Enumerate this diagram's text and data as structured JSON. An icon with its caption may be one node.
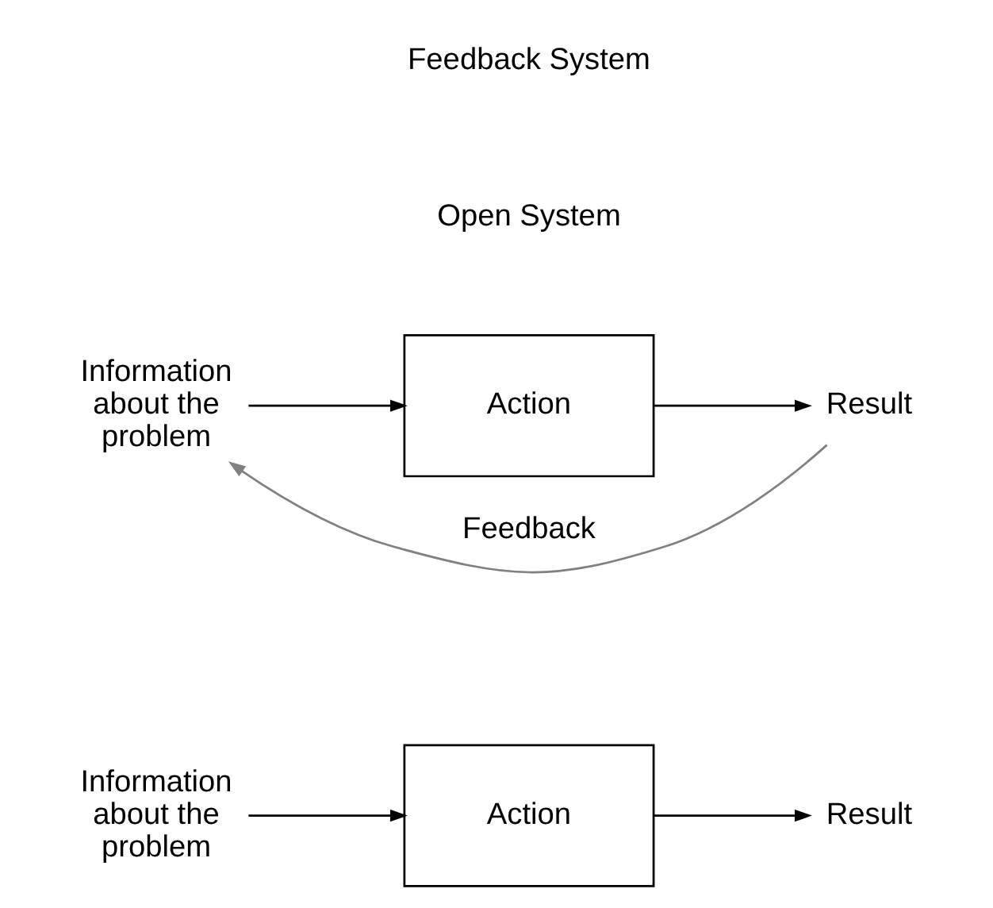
{
  "diagram": {
    "nodes": [
      {
        "text": [
          "Information about the problem"
        ]
      },
      {
        "text": [
          "Action"
        ]
      },
      {
        "text": [
          "Result"
        ]
      },
      {
        "text": [
          "Information about the problem"
        ]
      },
      {
        "text": [
          "Action"
        ]
      },
      {
        "text": [
          "Result"
        ]
      }
    ],
    "edges": [
      {
        "from": 0,
        "to": 1,
        "arrow": "to"
      },
      {
        "from": 1,
        "to": 2,
        "arrow": "to"
      },
      {
        "from": 3,
        "to": 4,
        "arrow": "to"
      },
      {
        "from": 4,
        "to": 5,
        "arrow": "to"
      },
      {
        "from": 5,
        "to": 3,
        "arrow": "to",
        "label": "Feedback",
        "color": "#808080"
      }
    ],
    "labels": [
      "Open System",
      "Feedback System"
    ]
  }
}
